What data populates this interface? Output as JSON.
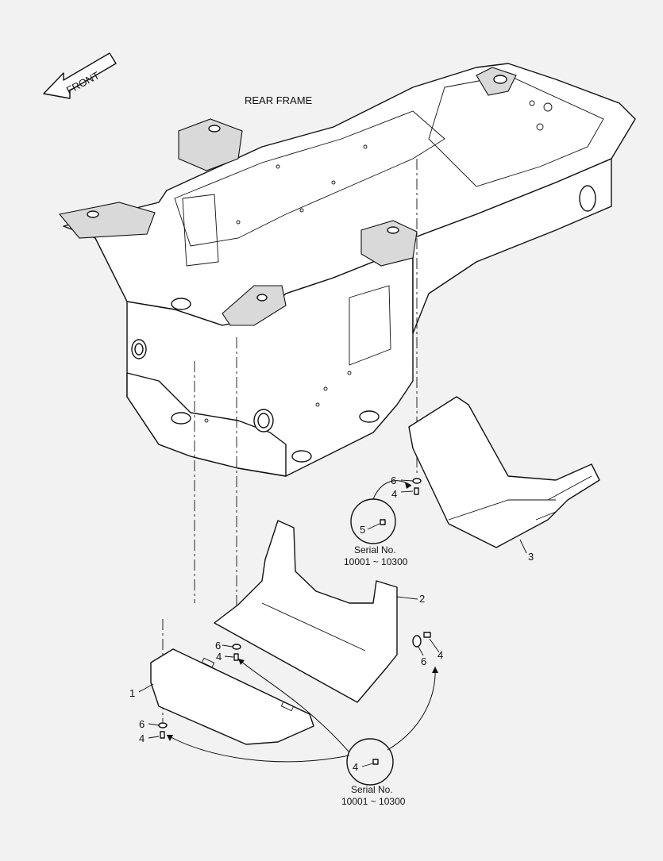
{
  "diagram": {
    "title": "REAR FRAME",
    "front_label": "FRONT",
    "callouts": {
      "c1": "1",
      "c2": "2",
      "c3": "3",
      "c4_a": "4",
      "c4_b": "4",
      "c4_c": "4",
      "c4_d": "4",
      "c4_e": "4",
      "c5": "5",
      "c6_a": "6",
      "c6_b": "6",
      "c6_c": "6",
      "c6_d": "6"
    },
    "detail_top": {
      "label": "Serial No.",
      "range": "10001 ~ 10300"
    },
    "detail_bottom": {
      "label": "Serial No.",
      "range": "10001 ~ 10300"
    }
  }
}
